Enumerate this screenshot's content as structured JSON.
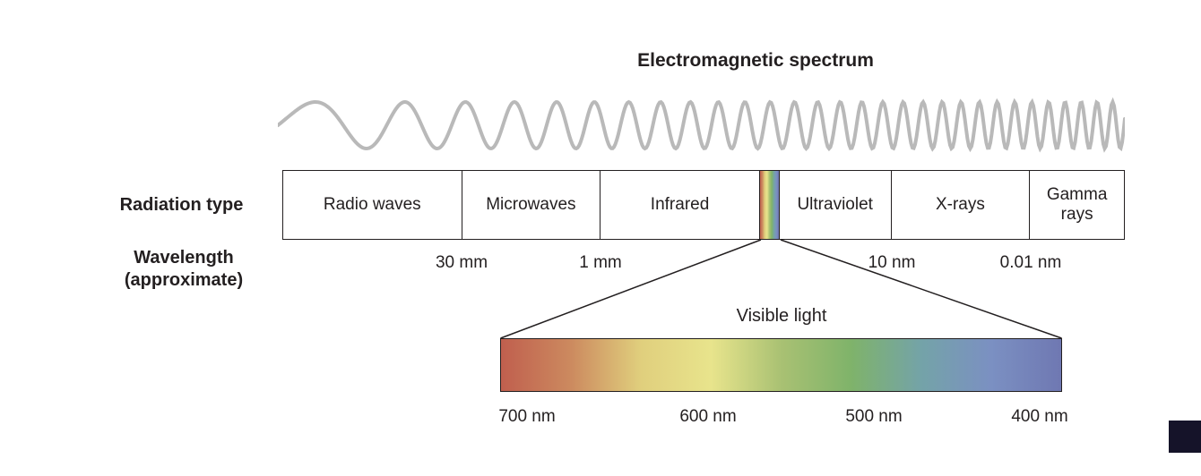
{
  "title": "Electromagnetic spectrum",
  "spectrum_table": {
    "row_label": "Radiation type",
    "wavelength_label_line1": "Wavelength",
    "wavelength_label_line2": "(approximate)",
    "bands": [
      {
        "label": "Radio waves"
      },
      {
        "label": "Microwaves"
      },
      {
        "label": "Infrared"
      },
      {
        "label": ""
      },
      {
        "label": "Ultraviolet"
      },
      {
        "label": "X-rays"
      },
      {
        "label": "Gamma rays"
      }
    ],
    "wavelength_markers": [
      "30 mm",
      "1 mm",
      "10 nm",
      "0.01 nm"
    ]
  },
  "visible_light": {
    "label": "Visible light",
    "wavelength_labels": [
      "700 nm",
      "600 nm",
      "500 nm",
      "400 nm"
    ],
    "gradient": [
      "#c05f4e",
      "#cc8a5f",
      "#e0cf7d",
      "#e8e48c",
      "#a9c173",
      "#7fb36a",
      "#74a3a8",
      "#7b90c2",
      "#6f78b2"
    ]
  },
  "colors": {
    "wave": "#b9b9b9",
    "line": "#231f20",
    "corner_artifact": "#151329"
  }
}
